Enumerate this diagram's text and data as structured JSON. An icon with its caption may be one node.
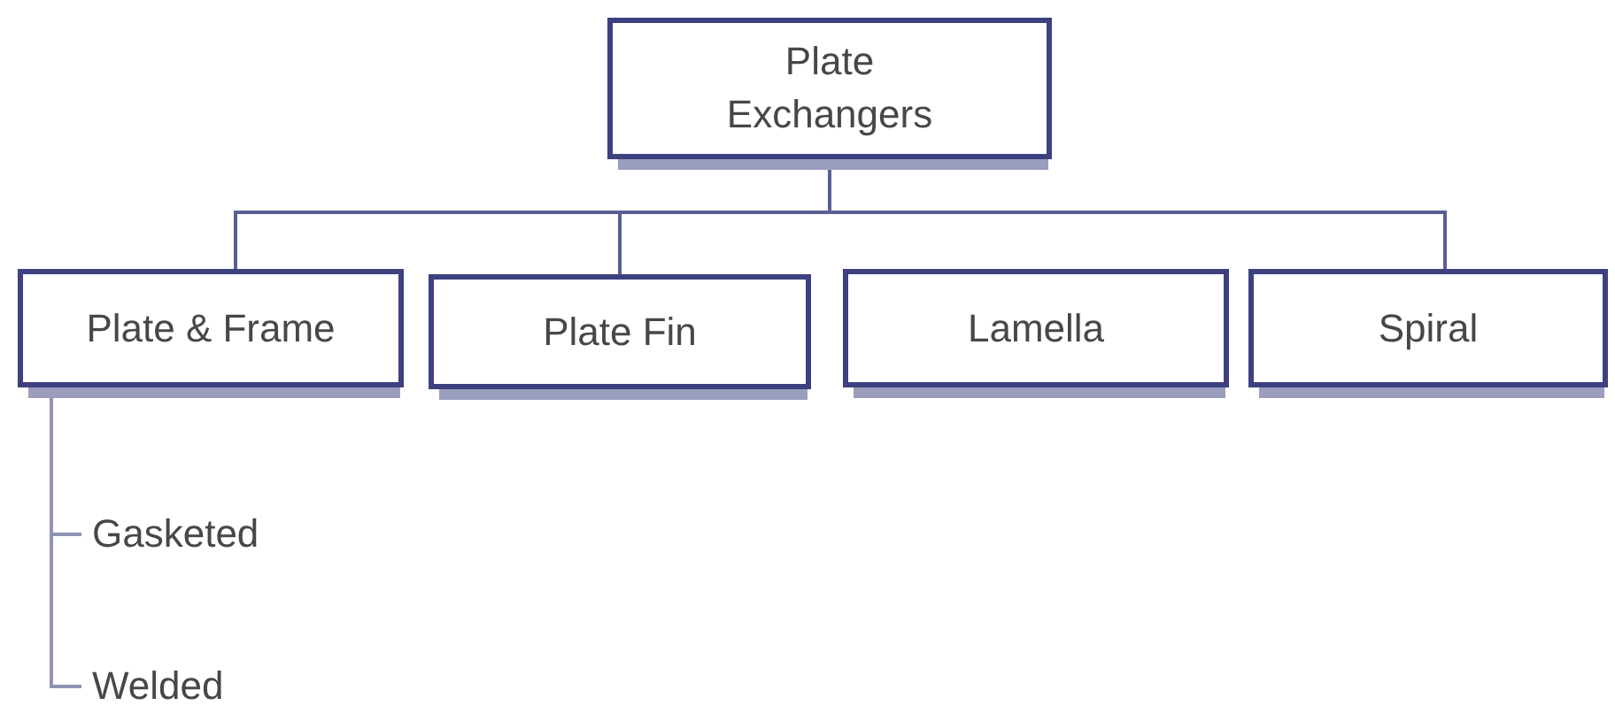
{
  "diagram": {
    "nodes": [
      {
        "text": [
          "Plate Exchangers"
        ]
      },
      {
        "text": [
          "Plate & Frame"
        ]
      },
      {
        "text": [
          "Plate Fin"
        ]
      },
      {
        "text": [
          "Lamella"
        ]
      },
      {
        "text": [
          "Spiral"
        ]
      },
      {
        "text": [
          "Gasketed"
        ]
      },
      {
        "text": [
          "Welded"
        ]
      }
    ],
    "edges": [
      {
        "from": 0,
        "to": 1,
        "arrow": "none"
      },
      {
        "from": 0,
        "to": 2,
        "arrow": "none"
      },
      {
        "from": 0,
        "to": 4,
        "arrow": "none"
      },
      {
        "from": 1,
        "to": 5,
        "arrow": "none"
      },
      {
        "from": 1,
        "to": 6,
        "arrow": "none"
      }
    ]
  }
}
